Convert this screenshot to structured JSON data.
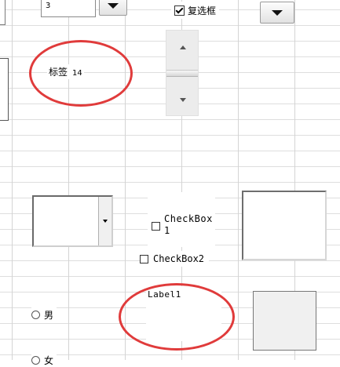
{
  "top_combo": {
    "value": "3",
    "button_icon": "dropdown-arrow-icon"
  },
  "top_checkbox": {
    "label": "复选框",
    "checked": true
  },
  "label_control": {
    "text": "标签",
    "number": "14"
  },
  "checkbox1": {
    "label": "CheckBox1"
  },
  "checkbox2": {
    "label": "CheckBox2"
  },
  "label1": {
    "text": "Label1"
  },
  "radio1": {
    "label": "男"
  },
  "radio2": {
    "label": "女"
  },
  "colors": {
    "annotation": "#e03b3b",
    "gridline": "#d4d4d4"
  }
}
